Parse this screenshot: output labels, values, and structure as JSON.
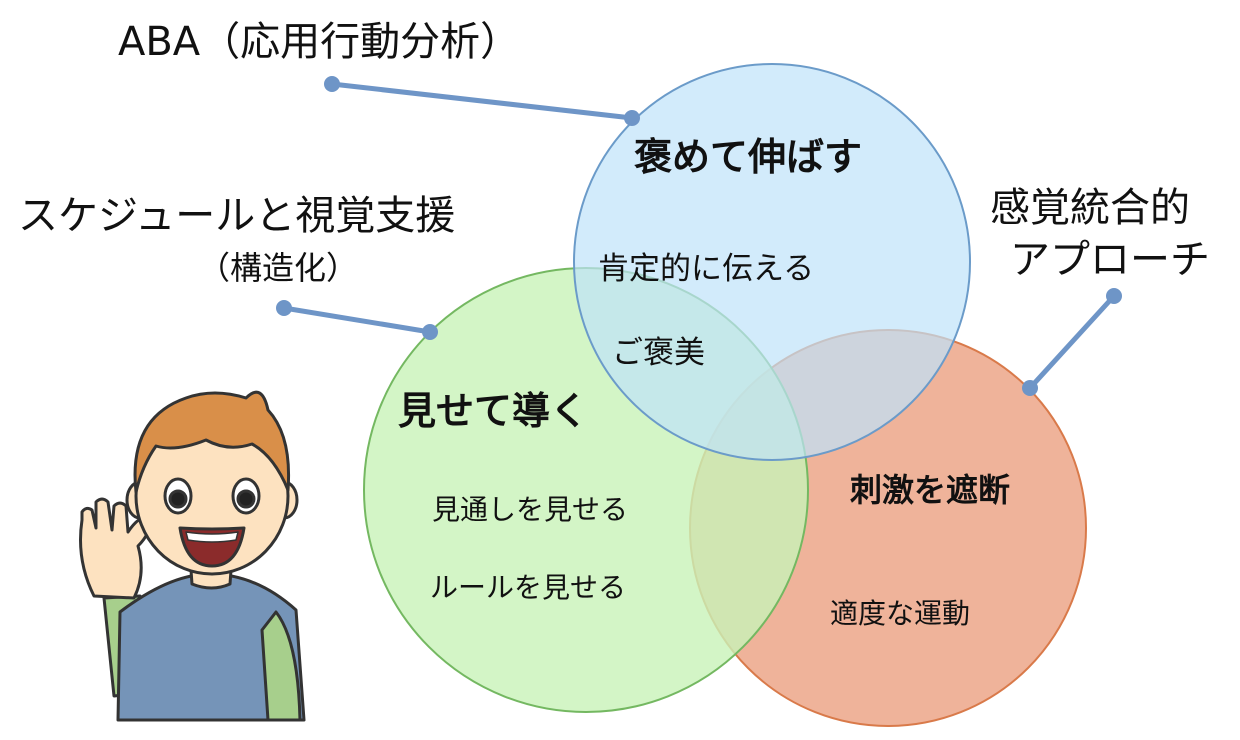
{
  "outer_labels": {
    "aba": "ABA（応用行動分析）",
    "schedule": "スケジュールと視覚支援",
    "schedule_sub": "（構造化）",
    "sensory_line1": "感覚統合的",
    "sensory_line2": "アプローチ"
  },
  "circles": {
    "praise": {
      "title": "褒めて伸ばす",
      "items": [
        "肯定的に伝える",
        "ご褒美"
      ],
      "fill": "#bfe3f9",
      "stroke": "#6b9bc9"
    },
    "show": {
      "title": "見せて導く",
      "items": [
        "見通しを見せる",
        "ルールを見せる"
      ],
      "fill": "#c8f3b8",
      "stroke": "#74b861"
    },
    "block": {
      "title": "刺激を遮断",
      "items": [
        "適度な運動"
      ],
      "fill": "#eca688",
      "stroke": "#d97a4a"
    }
  },
  "connector_color": "#6e95c7"
}
